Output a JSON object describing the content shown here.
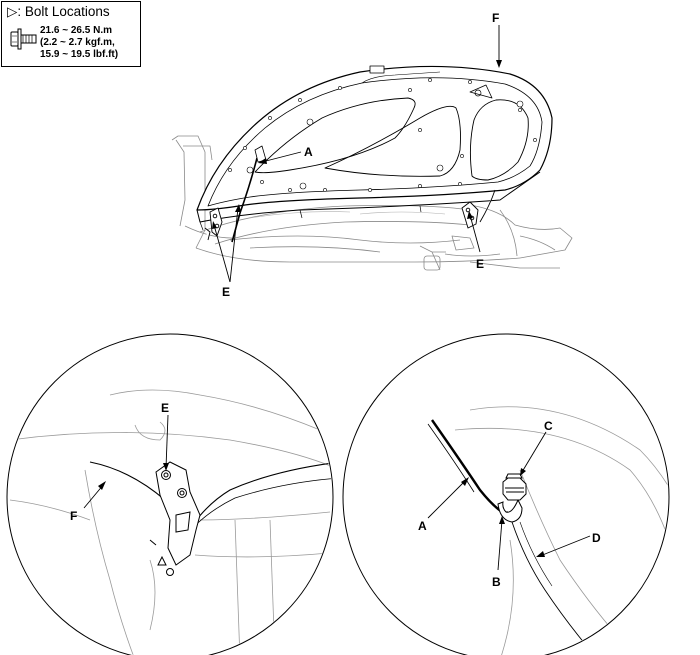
{
  "legend": {
    "title": "▷: Bolt Locations",
    "torque_line1": "21.6 ~ 26.5 N.m",
    "torque_line2": "(2.2 ~ 2.7 kgf.m,",
    "torque_line3": "15.9 ~ 19.5 lbf.ft)",
    "bolt_icon": "flange-bolt-icon"
  },
  "main_view": {
    "labels": {
      "F": "F",
      "A": "A",
      "E_right": "E",
      "E_bottom": "E"
    }
  },
  "detail_left": {
    "labels": {
      "E": "E",
      "F": "F"
    }
  },
  "detail_right": {
    "labels": {
      "A": "A",
      "B": "B",
      "C": "C",
      "D": "D"
    }
  },
  "colors": {
    "line": "#000000",
    "faint": "#9a9a9a",
    "background": "#ffffff"
  }
}
